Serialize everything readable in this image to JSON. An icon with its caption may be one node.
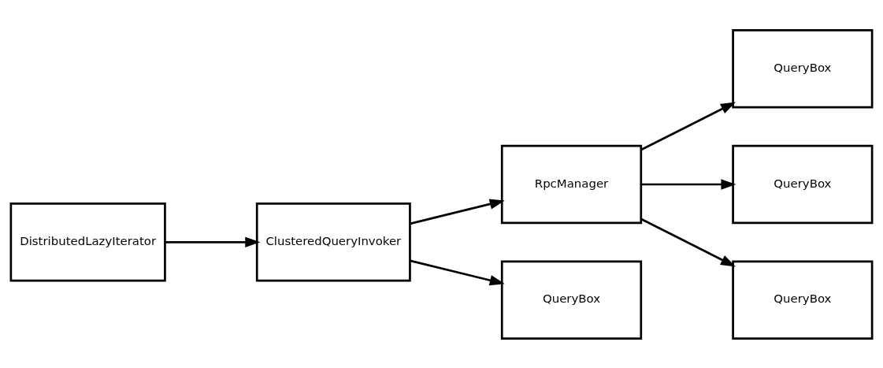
{
  "diagram": {
    "nodes": [
      {
        "text": [
          "DistributedLazyIterator"
        ]
      },
      {
        "text": [
          "ClusteredQueryInvoker"
        ]
      },
      {
        "text": [
          "RpcManager"
        ]
      },
      {
        "text": [
          "QueryBox"
        ]
      },
      {
        "text": [
          "QueryBox"
        ]
      },
      {
        "text": [
          "QueryBox"
        ]
      },
      {
        "text": [
          "QueryBox"
        ]
      }
    ],
    "edges": [
      {
        "from": 0,
        "to": 1,
        "arrow": "to"
      },
      {
        "from": 1,
        "to": 2,
        "arrow": "to"
      },
      {
        "from": 1,
        "to": 6,
        "arrow": "to"
      },
      {
        "from": 2,
        "to": 3,
        "arrow": "to"
      },
      {
        "from": 2,
        "to": 4,
        "arrow": "to"
      },
      {
        "from": 2,
        "to": 5,
        "arrow": "to"
      }
    ]
  }
}
